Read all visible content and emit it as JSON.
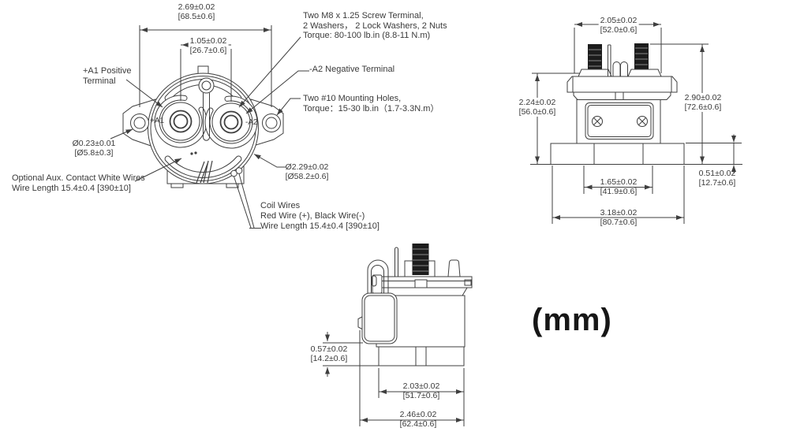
{
  "unit_label": "(mm)",
  "front_view": {
    "dims": {
      "d269": {
        "in": "2.69±0.02",
        "mm": "[68.5±0.6]"
      },
      "d105": {
        "in": "1.05±0.02",
        "mm": "[26.7±0.6]"
      },
      "d023": {
        "in": "Ø0.23±0.01",
        "mm": "[Ø5.8±0.3]"
      },
      "d229": {
        "in": "Ø2.29±0.02",
        "mm": "[Ø58.2±0.6]"
      }
    },
    "labels": {
      "screw_note_1": "Two M8 x 1.25 Screw Terminal,",
      "screw_note_2": "2 Washers， 2 Lock Washers, 2 Nuts",
      "screw_note_3": "Torque: 80-100 lb.in (8.8-11 N.m)",
      "neg_terminal": "-A2 Negative Terminal",
      "mount_note_1": "Two #10 Mounting Holes,",
      "mount_note_2": "Torque：15-30 lb.in（1.7-3.3N.m）",
      "pos_terminal_1": "+A1 Positive",
      "pos_terminal_2": "Terminal",
      "aux_note_1": "Optional Aux. Contact White Wires",
      "aux_note_2": "Wire Length 15.4±0.4 [390±10]",
      "coil_note_1": "Coil Wires",
      "coil_note_2": "Red Wire (+), Black Wire(-)",
      "coil_note_3": "Wire Length 15.4±0.4 [390±10]",
      "terminal_a1": "+A1",
      "terminal_a2": "-A2"
    }
  },
  "side_view": {
    "dims": {
      "d205": {
        "in": "2.05±0.02",
        "mm": "[52.0±0.6]"
      },
      "d224": {
        "in": "2.24±0.02",
        "mm": "[56.0±0.6]"
      },
      "d290": {
        "in": "2.90±0.02",
        "mm": "[72.6±0.6]"
      },
      "d051": {
        "in": "0.51±0.02",
        "mm": "[12.7±0.6]"
      },
      "d165": {
        "in": "1.65±0.02",
        "mm": "[41.9±0.6]"
      },
      "d318": {
        "in": "3.18±0.02",
        "mm": "[80.7±0.6]"
      }
    }
  },
  "profile_view": {
    "dims": {
      "d057": {
        "in": "0.57±0.02",
        "mm": "[14.2±0.6]"
      },
      "d203": {
        "in": "2.03±0.02",
        "mm": "[51.7±0.6]"
      },
      "d246": {
        "in": "2.46±0.02",
        "mm": "[62.4±0.6]"
      }
    }
  },
  "colors": {
    "line": "#3f3f3f",
    "text": "#3a3a3a",
    "stud": "#1c1c1c"
  }
}
